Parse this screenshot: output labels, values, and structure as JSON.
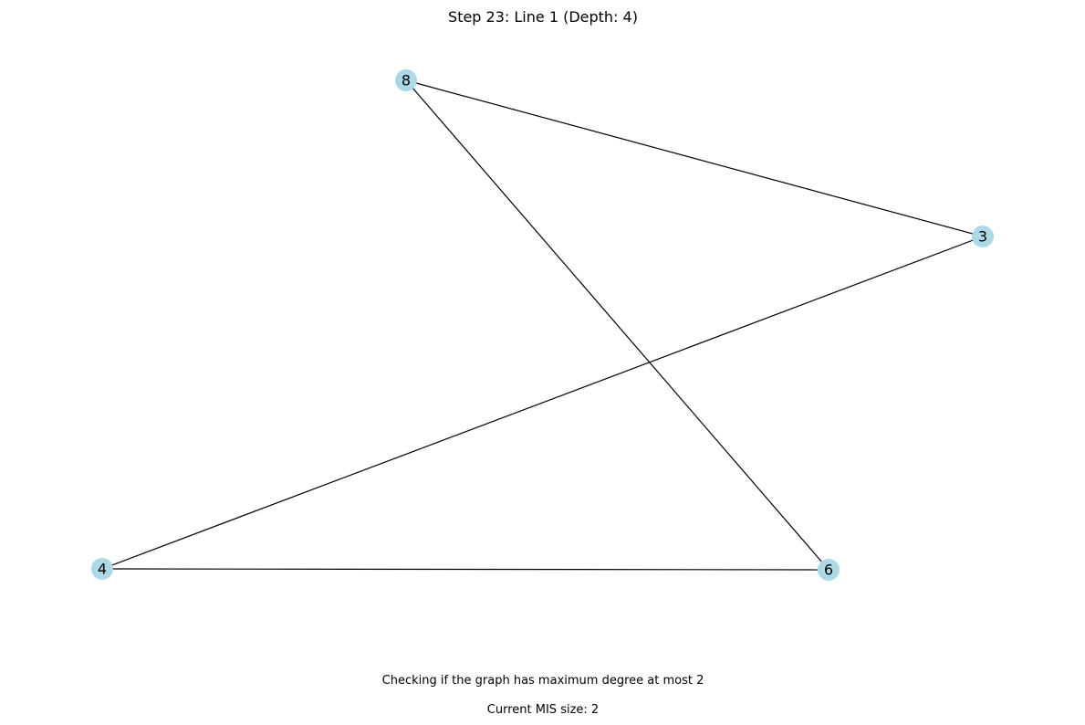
{
  "figure": {
    "title": "Step 23: Line 1 (Depth: 4)",
    "status_message": "Checking if the graph has maximum degree at most 2",
    "mis_size_text": "Current MIS size: 2"
  },
  "graph": {
    "node_color": "#add8e6",
    "edge_color": "#000000",
    "nodes": [
      {
        "id": "8",
        "label": "8"
      },
      {
        "id": "3",
        "label": "3"
      },
      {
        "id": "4",
        "label": "4"
      },
      {
        "id": "6",
        "label": "6"
      }
    ],
    "edges": [
      {
        "source": "8",
        "target": "3"
      },
      {
        "source": "8",
        "target": "6"
      },
      {
        "source": "3",
        "target": "4"
      },
      {
        "source": "4",
        "target": "6"
      }
    ]
  }
}
